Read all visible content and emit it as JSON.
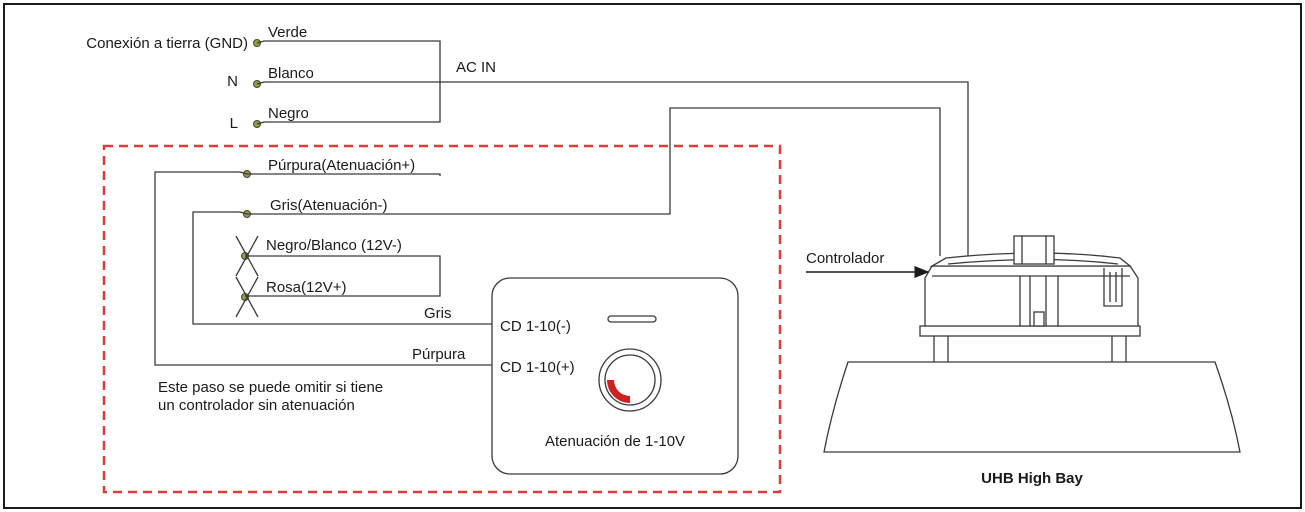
{
  "ac_input": {
    "ground_label": "Conexión a tierra (GND)",
    "neutral_label": "N",
    "line_label": "L",
    "ground_wire": "Verde",
    "neutral_wire": "Blanco",
    "line_wire": "Negro",
    "bus_label": "AC IN"
  },
  "dimming_wires": {
    "purple": "Púrpura(Atenuación+)",
    "gray": "Gris(Atenuación-)",
    "black_white": "Negro/Blanco (12V-)",
    "pink": "Rosa(12V+)"
  },
  "dimmer": {
    "minus_terminal": "CD 1-10(-)",
    "plus_terminal": "CD 1-10(+)",
    "minus_wire": "Gris",
    "plus_wire": "Púrpura",
    "caption": "Atenuación de 1-10V"
  },
  "note": {
    "line1": "Este paso se puede omitir si tiene",
    "line2": "un controlador sin atenuación"
  },
  "fixture": {
    "driver_label": "Controlador",
    "caption": "UHB High Bay"
  },
  "colors": {
    "border": "#1a1a1a",
    "wire": "#3a3a3a",
    "dashed_box": "#e03a3a",
    "terminal": "#9c9c3c",
    "dial_fill": "#cc2222"
  }
}
